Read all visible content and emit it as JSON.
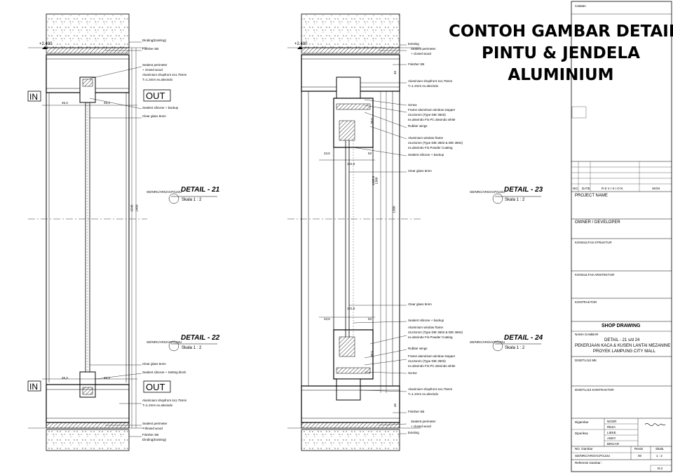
{
  "overlay_title": [
    "CONTOH GAMBAR DETAIL",
    "PINTU & JENDELA",
    "ALUMINIUM"
  ],
  "top_left_note": "Catatan",
  "detail_blocks": [
    {
      "id": "d21",
      "title": "DETAIL - 21",
      "scale": "Skala  1 : 2",
      "ref": "SD/NRC/ARS/ACP/122U"
    },
    {
      "id": "d22",
      "title": "DETAIL - 22",
      "scale": "Skala  1 : 2",
      "ref": "SD/NRC/ARS/ACP/122U"
    },
    {
      "id": "d23",
      "title": "DETAIL - 23",
      "scale": "Skala  1 : 2",
      "ref": "SD/NRC/ARS/ACP/122U"
    },
    {
      "id": "d24",
      "title": "DETAIL - 24",
      "scale": "Skala  1 : 2",
      "ref": "SD/NRC/ARS/ACP/122U"
    }
  ],
  "side_labels": {
    "in": "IN",
    "out": "OUT"
  },
  "level_marks": [
    "+2.400",
    "+2.400"
  ],
  "left_annotations_top": [
    "Dinding(Existing)",
    "Finisher SB",
    "Sealent perimeter",
    "+ closed wood",
    "Aluminium shopfront 4x1.75mm",
    "T=1.2mm  ex.alexindo",
    "Sealent silicone + backup",
    "Clear glass 5mm"
  ],
  "left_annotations_bottom": [
    "Clear glass 5mm",
    "Sealent silicone + Setting block",
    "Aluminium shopfront 4x1.75mm",
    "T=1.2mm  ex.alexindo",
    "Sealent perimeter",
    "+ closed wood",
    "Finisher SB",
    "Dinding(Existing)"
  ],
  "right_annotations_top": [
    "Existing",
    "Sealent perimeter",
    "+ closed wood",
    "Finisher SB",
    "Aluminium shopfront 4x1.75mm",
    "T=1.2mm  ex.alexindo",
    "Screw",
    "Frame aluminium window stopper",
    "41x31mm (Type DIE 3603)",
    "ex.alexindo Fin.PC alexindo white",
    "Rubber wings",
    "Aluminium window frame",
    "41x31mm (Type DIE 3602 & DIE 3604)",
    "ex.alexindo Fin.Powder Coating",
    "Sealent silicone + backup",
    "Clear glass 5mm"
  ],
  "right_annotations_bottom": [
    "Clear glass 5mm",
    "Sealent silicone + backup",
    "Aluminium window frame",
    "41x31mm (Type DIE 3602 & DIE 3604)",
    "ex.alexindo Fin.Powder Coating",
    "Rubber wings",
    "Frame aluminium window stopper",
    "41x31mm (Type DIE 3603)",
    "ex.alexindo Fin.PC alexindo white",
    "Screw",
    "Aluminium shopfront 4x1.75mm",
    "T=1.2mm  ex.alexindo",
    "Finisher SB",
    "Sealent perimeter",
    "+ closed wood",
    "Existing"
  ],
  "dimensions_left": [
    "45,3",
    "45,3",
    "1545",
    "1400",
    "45,3",
    "45,3"
  ],
  "dimensions_right": [
    "45",
    "43,6",
    "53",
    "101,6",
    "1188,5",
    "1300",
    "1300",
    "39,5",
    "101,6",
    "43,6",
    "53",
    "39,5",
    "45"
  ],
  "title_block": {
    "revision_cols": [
      "NO.",
      "DATE",
      "R E V I S I O N",
      "SIGN"
    ],
    "project_name_label": "PROJECT  NAME",
    "owner_label": "OWNER  /  DEVELOPER",
    "konsultan_struktur": "KONSULTAN  STRUKTUR",
    "konsultan_arsitektur": "KONSULTAN  ARSITEKTUR",
    "kontraktor": "KONTRAKTOR",
    "shop_drawing": "SHOP DRAWING",
    "nama_gambar_label": "NAMA  GAMBAR",
    "nama_gambar_lines": [
      "DETAIL - 21 s/d 24",
      "PEKERJAAN KACA & KUSEN LANTAI MEZANINE",
      "PROYEK LAMPUNG CITY MALL"
    ],
    "disetujui_mk": "DISETUJUI  MK",
    "disetujui_kontraktor": "DISETUJUI  KONTRAKTOR",
    "digambar_label": "Digambar",
    "diperiksa_label": "Diperiksa",
    "names": [
      "NOOR",
      "REZA",
      "LIEKE",
      "ANDY",
      "BINCAR"
    ],
    "no_gambar_label": "NO. Gambar",
    "revisi_label": "Revisi",
    "skala_label": "Skala",
    "no_gambar_value": "SD/NRC/ARS/ACP/122U",
    "revisi_value": "00",
    "skala_value": "1 : 2",
    "referensi_label": "Referensi Gambar :",
    "rev_code": "R.0"
  }
}
